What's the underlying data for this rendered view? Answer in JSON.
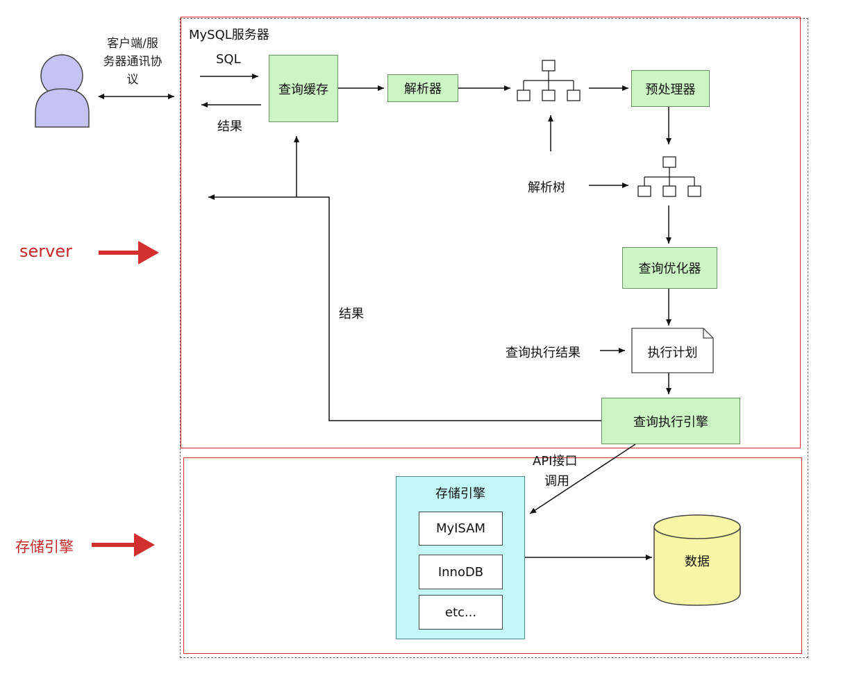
{
  "client": {
    "label": "客户端/服\n务器通讯协\n议",
    "lines": [
      "客户端/服",
      "务器通讯协",
      "议"
    ]
  },
  "server_frame": {
    "title": "MySQL服务器"
  },
  "labels": {
    "sql": "SQL",
    "result_top": "结果",
    "result_mid": "结果",
    "parse_tree": "解析树",
    "exec_result": "查询执行结果",
    "api_line1": "API接口",
    "api_line2": "调用"
  },
  "nodes": {
    "query_cache": "查询缓存",
    "parser": "解析器",
    "preprocessor": "预处理器",
    "optimizer": "查询优化器",
    "exec_plan": "执行计划",
    "exec_engine": "查询执行引擎",
    "storage_engine": "存储引擎",
    "myisam": "MyISAM",
    "innodb": "InnoDB",
    "etc": "etc...",
    "data": "数据"
  },
  "side_labels": {
    "server": "server",
    "storage": "存储引擎"
  },
  "colors": {
    "accent_red": "#d32f2f",
    "green_fill": "#ccf5c4",
    "cyan_fill": "#c4f8f8",
    "yellow_fill": "#f7f5a6",
    "person_fill": "#c5c2f4"
  }
}
